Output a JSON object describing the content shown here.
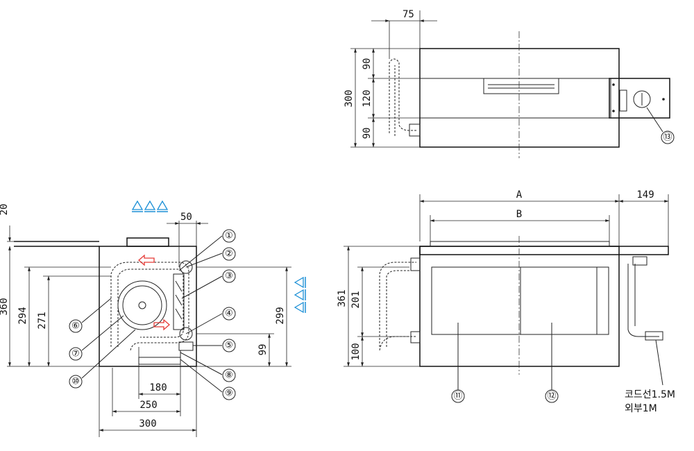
{
  "top_view": {
    "dims": [
      "75",
      "90",
      "120",
      "90",
      "300"
    ]
  },
  "side_view": {
    "dims": [
      "20",
      "50",
      "360",
      "294",
      "271",
      "299",
      "99",
      "180",
      "250",
      "300"
    ]
  },
  "front_view": {
    "dims": [
      "A",
      "B",
      "149",
      "361",
      "201",
      "100"
    ],
    "cord_note_line1": "코드선1.5M",
    "cord_note_line2": "외부1M"
  },
  "part_numbers": [
    "①",
    "②",
    "③",
    "④",
    "⑤",
    "⑥",
    "⑦",
    "⑧",
    "⑨",
    "⑩",
    "⑪",
    "⑫",
    "⑬"
  ],
  "icons": {
    "airflow": "water-drop-airflow-icon",
    "arrow": "red-direction-arrow-icon",
    "colors": {
      "airflow": "#1a8fd6",
      "arrow": "#e53935"
    }
  }
}
